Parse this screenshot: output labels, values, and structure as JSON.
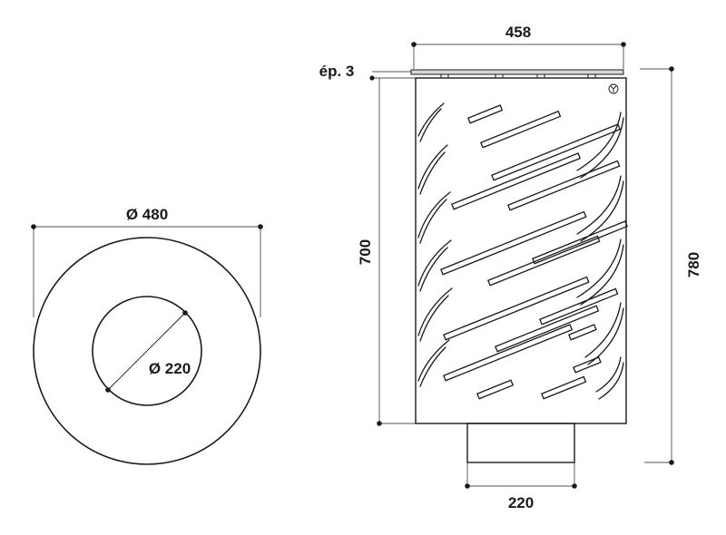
{
  "top_view": {
    "outer_diameter_label": "Ø 480",
    "inner_diameter_label": "Ø 220"
  },
  "front_view": {
    "lid_width_label": "458",
    "thickness_label": "ép. 3",
    "body_height_label": "700",
    "total_height_label": "780",
    "base_width_label": "220",
    "corner_icon": "screw-icon"
  },
  "colors": {
    "line": "#1a1a1a",
    "lid_fill": "#d8d8d8",
    "background": "#ffffff"
  }
}
